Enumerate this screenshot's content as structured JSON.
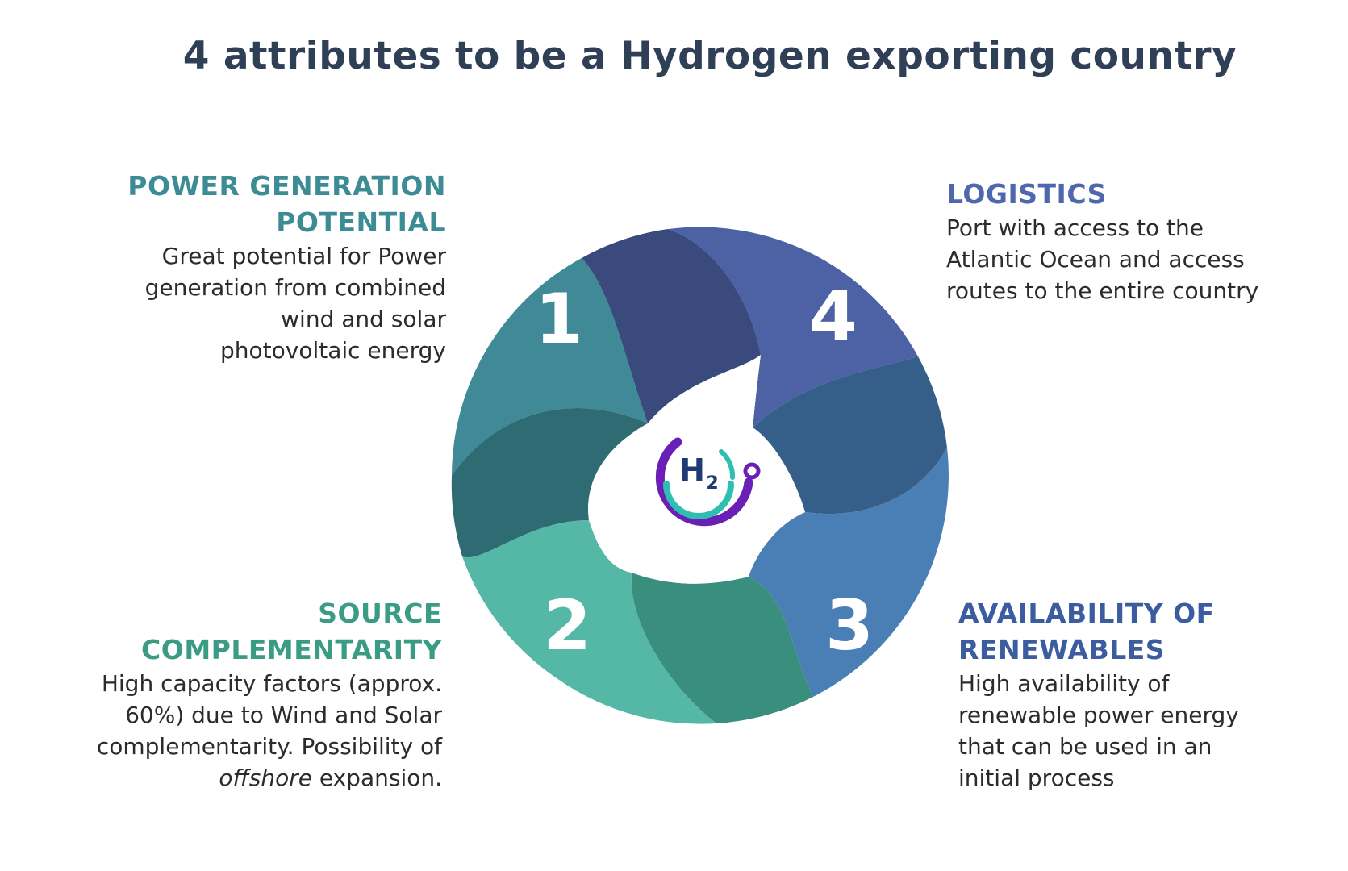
{
  "title": "4 attributes to be a Hydrogen exporting country",
  "attributes": [
    {
      "number": "1",
      "heading_line1": "POWER GENERATION",
      "heading_line2": "POTENTIAL",
      "body_lines": [
        "Great potential for Power",
        "generation from combined",
        "wind and solar",
        "photovoltaic energy"
      ]
    },
    {
      "number": "2",
      "heading_line1": "SOURCE",
      "heading_line2": "COMPLEMENTARITY",
      "body_lines": [
        "High capacity factors (approx.",
        "60%) due to Wind and Solar",
        "complementarity. Possibility of"
      ],
      "body_last_italic": "offshore",
      "body_last_rest": " expansion."
    },
    {
      "number": "3",
      "heading_line1": "AVAILABILITY OF",
      "heading_line2": "RENEWABLES",
      "body_lines": [
        "High availability of",
        "renewable power energy",
        "that can be used in an",
        "initial process"
      ]
    },
    {
      "number": "4",
      "heading_line1": "LOGISTICS",
      "body_lines": [
        "Port with access to the",
        "Atlantic Ocean and access",
        "routes to the entire country"
      ]
    }
  ],
  "logo": {
    "text": "H",
    "subscript": "2"
  },
  "colors": {
    "title": "#2f3f56",
    "segment1_light": "#3f8a96",
    "segment1_dark": "#2e6b72",
    "segment2_light": "#55b8a6",
    "segment2_dark": "#3a8e7e",
    "segment3_light": "#4a7fb6",
    "segment3_dark": "#355f88",
    "segment4_light": "#4c62a4",
    "segment4_dark": "#3a4a7c",
    "logo_purple": "#6a1fb5",
    "logo_teal": "#2fbfb0"
  }
}
